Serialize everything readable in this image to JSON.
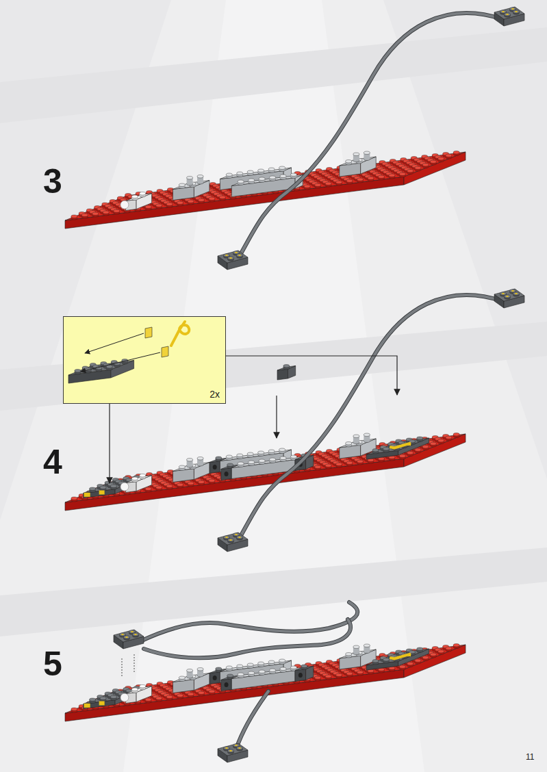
{
  "diagram": {
    "nodes": [
      {
        "text": [
          "2x"
        ]
      }
    ],
    "labels": [
      "3",
      "4",
      "5",
      "11"
    ]
  }
}
